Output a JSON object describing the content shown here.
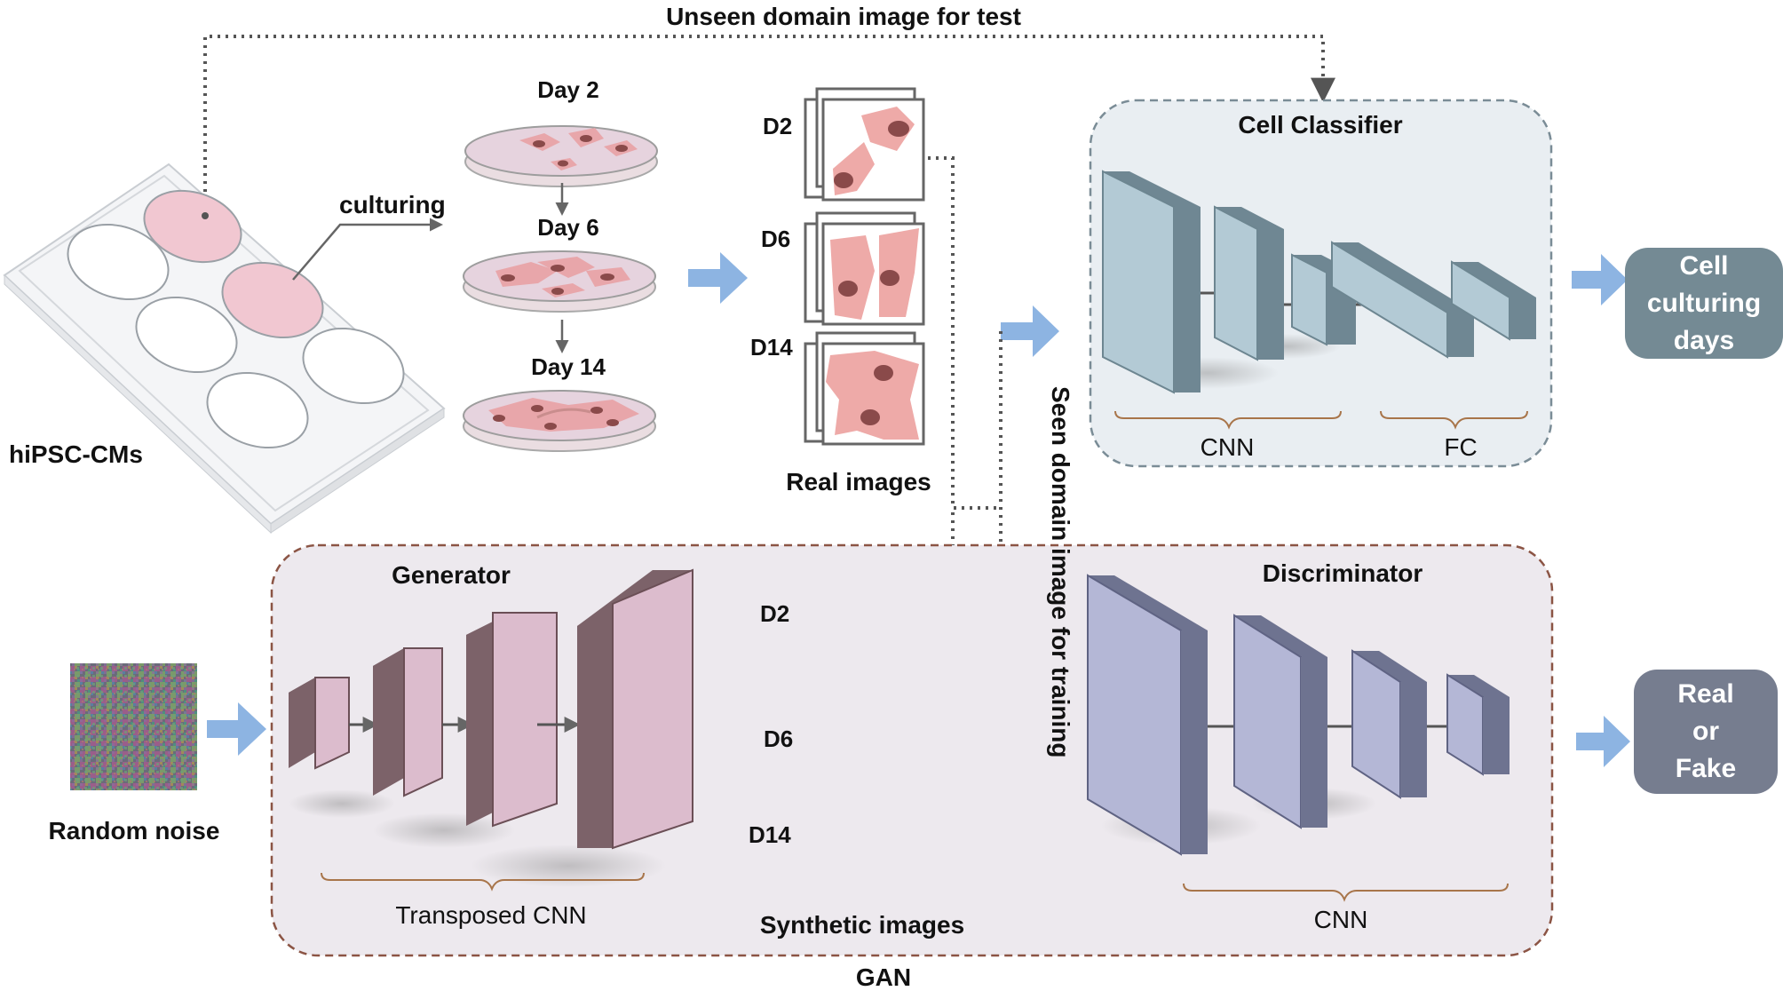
{
  "title_top": "Unseen domain image for test",
  "plate": {
    "label": "hiPSC-CMs",
    "step_label": "culturing"
  },
  "dishes": [
    "Day 2",
    "Day 6",
    "Day 14"
  ],
  "real_images": {
    "label": "Real images",
    "days": [
      "D2",
      "D6",
      "D14"
    ]
  },
  "synthetic_images": {
    "label": "Synthetic images",
    "days": [
      "D2",
      "D6",
      "D14"
    ]
  },
  "seen_domain": "Seen domain image for training",
  "classifier": {
    "title": "Cell Classifier",
    "group_cnn": "CNN",
    "group_fc": "FC",
    "output": [
      "Cell",
      "culturing",
      "days"
    ]
  },
  "gan": {
    "label": "GAN",
    "generator": {
      "title": "Generator",
      "group": "Transposed CNN"
    },
    "discriminator": {
      "title": "Discriminator",
      "group": "CNN",
      "output": [
        "Real",
        "or",
        "Fake"
      ]
    },
    "noise_label": "Random noise"
  },
  "colors": {
    "arrow": "#8db4e2",
    "classifier_box": "#e9eef2",
    "gan_box": "#ede9ee",
    "classifier_block": "#b3cad5",
    "generator_block": "#dcbccd",
    "discriminator_block": "#b4b7d6",
    "output_box": "#748a94",
    "output_box_gan": "#767d8f",
    "cell_real": "#eeaaa8",
    "cell_synthetic": "#efcbb8"
  }
}
